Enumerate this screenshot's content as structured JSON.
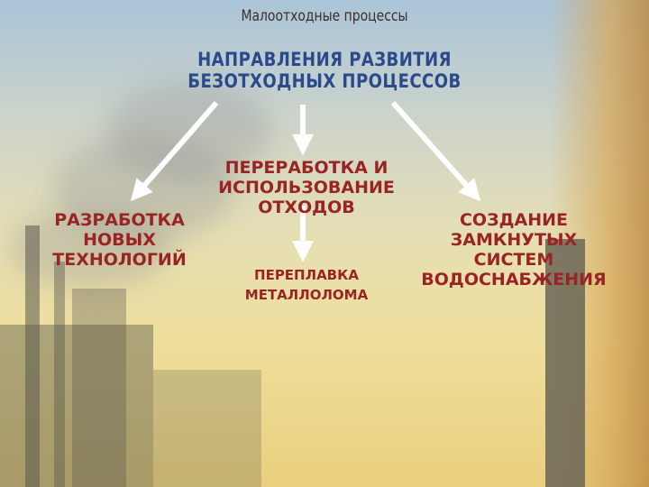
{
  "slide": {
    "subtitle": "Малоотходные процессы",
    "heading": [
      "НАПРАВЛЕНИЯ РАЗВИТИЯ",
      "БЕЗОТХОДНЫХ ПРОЦЕССОВ"
    ]
  },
  "nodes": {
    "left": [
      "РАЗРАБОТКА НОВЫХ",
      "ТЕХНОЛОГИЙ"
    ],
    "middle": [
      "ПЕРЕРАБОТКА И",
      "ИСПОЛЬЗОВАНИЕ ОТХОДОВ"
    ],
    "right": [
      "СОЗДАНИЕ ЗАМКНУТЫХ",
      "СИСТЕМ ВОДОСНАБЖЕНИЯ"
    ],
    "bottom": "ПЕРЕПЛАВКА МЕТАЛЛОЛОМА"
  },
  "colors": {
    "heading": "#2b4a8c",
    "nodes": "#9a2424",
    "subtitle": "#3a2f2a",
    "arrows": "#ffffff"
  }
}
